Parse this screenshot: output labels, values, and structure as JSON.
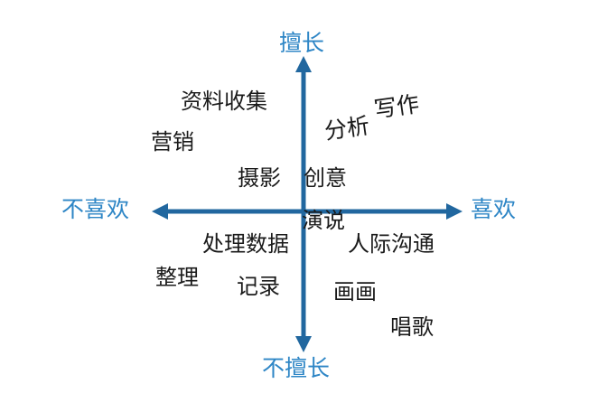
{
  "figure": {
    "background_color": "#ffffff",
    "axis_color": "#21679f",
    "axis_label_color": "#2e86c6",
    "item_color": "#1a1a1a"
  },
  "axes": {
    "top": {
      "label": "擅长",
      "icon": "arrow-up-icon"
    },
    "bottom": {
      "label": "不擅长",
      "icon": "arrow-down-icon"
    },
    "left": {
      "label": "不喜欢",
      "icon": "arrow-left-icon"
    },
    "right": {
      "label": "喜欢",
      "icon": "arrow-right-icon"
    }
  },
  "quadrants": {
    "upper_left": {
      "name": "不喜欢 · 擅长",
      "items": [
        {
          "id": "ziliaoshouji",
          "label": "资料收集"
        },
        {
          "id": "yingxiao",
          "label": "营销"
        },
        {
          "id": "sheying",
          "label": "摄影"
        }
      ]
    },
    "upper_right": {
      "name": "喜欢 · 擅长",
      "items": [
        {
          "id": "xiezuo",
          "label": "写作"
        },
        {
          "id": "fenxi",
          "label": "分析"
        },
        {
          "id": "chuangyi",
          "label": "创意"
        }
      ]
    },
    "lower_left": {
      "name": "不喜欢 · 不擅长",
      "items": [
        {
          "id": "yanshuo",
          "label": "演说"
        },
        {
          "id": "chulishuju",
          "label": "处理数据"
        },
        {
          "id": "zhengli",
          "label": "整理"
        },
        {
          "id": "jilu",
          "label": "记录"
        }
      ]
    },
    "lower_right": {
      "name": "喜欢 · 不擅长",
      "items": [
        {
          "id": "renjigoutong",
          "label": "人际沟通"
        },
        {
          "id": "huahua",
          "label": "画画"
        },
        {
          "id": "changge",
          "label": "唱歌"
        }
      ]
    }
  }
}
